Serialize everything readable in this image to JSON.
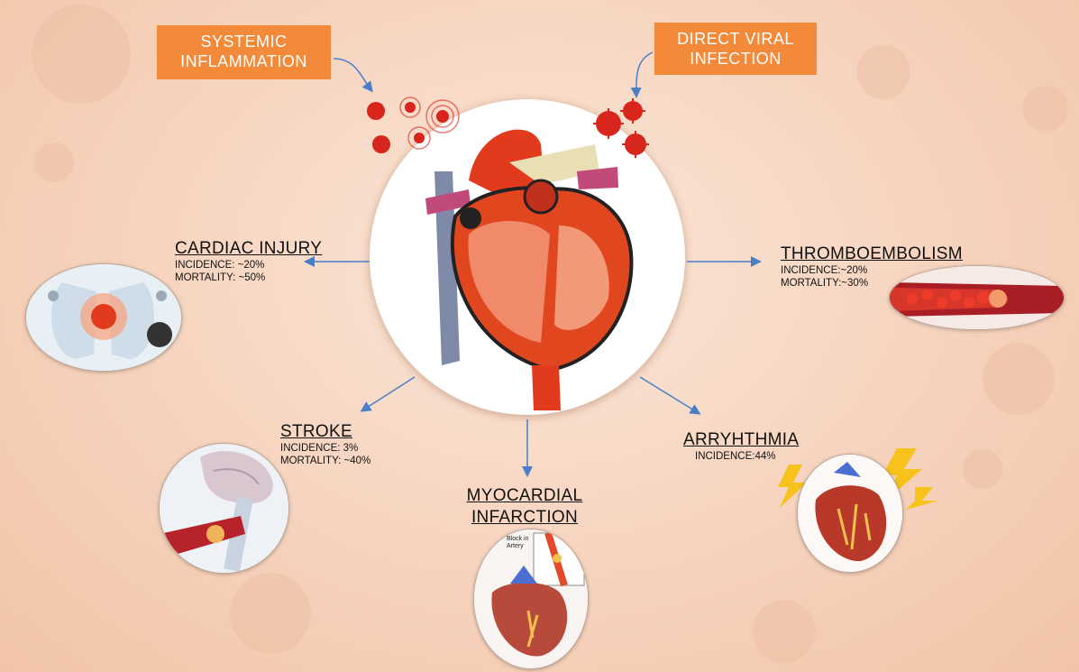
{
  "causes": [
    {
      "line1": "SYSTEMIC",
      "line2": "INFLAMMATION"
    },
    {
      "line1": "DIRECT VIRAL",
      "line2": "INFECTION"
    }
  ],
  "outcomes": {
    "cardiac_injury": {
      "title": "CARDIAC INJURY",
      "incidence": "INCIDENCE: ~20%",
      "mortality": "MORTALITY: ~50%"
    },
    "thromboembolism": {
      "title": "THROMBOEMBOLISM",
      "incidence": "INCIDENCE:~20%",
      "mortality": "MORTALITY:~30%"
    },
    "stroke": {
      "title": "STROKE",
      "incidence": "INCIDENCE: 3%",
      "mortality": "MORTALITY: ~40%"
    },
    "myocardial_infarction": {
      "title_line1": "MYOCARDIAL",
      "title_line2": "INFARCTION",
      "inset_label": "Block in Artery"
    },
    "arrhythmia": {
      "title": "ARRYHTHMIA",
      "incidence": "INCIDENCE:44%"
    }
  },
  "colors": {
    "cause_box": "#f28a3a",
    "arrow": "#4a7fc8",
    "heart_red": "#d8341f",
    "virus_red": "#d8261c"
  },
  "icons": [
    "virus-icon",
    "heart-icon",
    "lightning-icon",
    "brain-icon",
    "artery-icon",
    "lungs-icon",
    "blood-vessel-icon"
  ]
}
